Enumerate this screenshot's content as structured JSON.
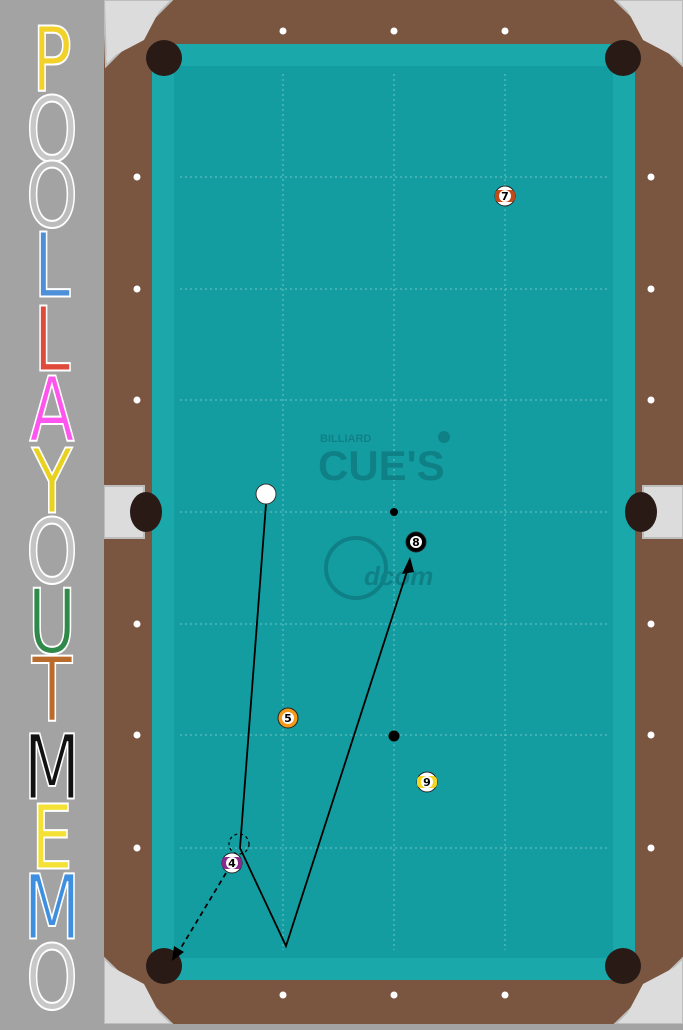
{
  "title": {
    "letters": [
      {
        "char": "P",
        "color": "#f2d22a"
      },
      {
        "char": "O",
        "color": "#c8c8c8"
      },
      {
        "char": "O",
        "color": "#bcbcbc"
      },
      {
        "char": "L",
        "color": "#4d8fd8"
      },
      {
        "char": "L",
        "color": "#e04a3a"
      },
      {
        "char": "A",
        "color": "#ff55ee"
      },
      {
        "char": "Y",
        "color": "#e8d21e"
      },
      {
        "char": "O",
        "color": "#c4c4c4"
      },
      {
        "char": "U",
        "color": "#2f8a4a"
      },
      {
        "char": "T",
        "color": "#b86b2a"
      },
      {
        "char": "M",
        "color": "#111111"
      },
      {
        "char": "E",
        "color": "#f5e135"
      },
      {
        "char": "M",
        "color": "#3f8fe0"
      },
      {
        "char": "O",
        "color": "#c8c8c8"
      }
    ]
  },
  "watermark": {
    "small": "BILLIARD",
    "big": "CUE'S",
    "logo_text": "dcom"
  },
  "balls": [
    {
      "label": "7",
      "color": "#c24a16",
      "stripe": true
    },
    {
      "label": "8",
      "color": "#000000",
      "stripe": false
    },
    {
      "label": "5",
      "color": "#f29a1a",
      "stripe": false
    },
    {
      "label": "9",
      "color": "#f5d522",
      "stripe": true
    },
    {
      "label": "4",
      "color": "#8a2a8a",
      "stripe": true
    }
  ],
  "colors": {
    "felt": "#139da1",
    "cushion": "#1aa8ab",
    "rail": "#7a5640",
    "corner": "#dcdcdc",
    "pocket": "#2a1a16",
    "sidebar": "#a3a3a3"
  }
}
